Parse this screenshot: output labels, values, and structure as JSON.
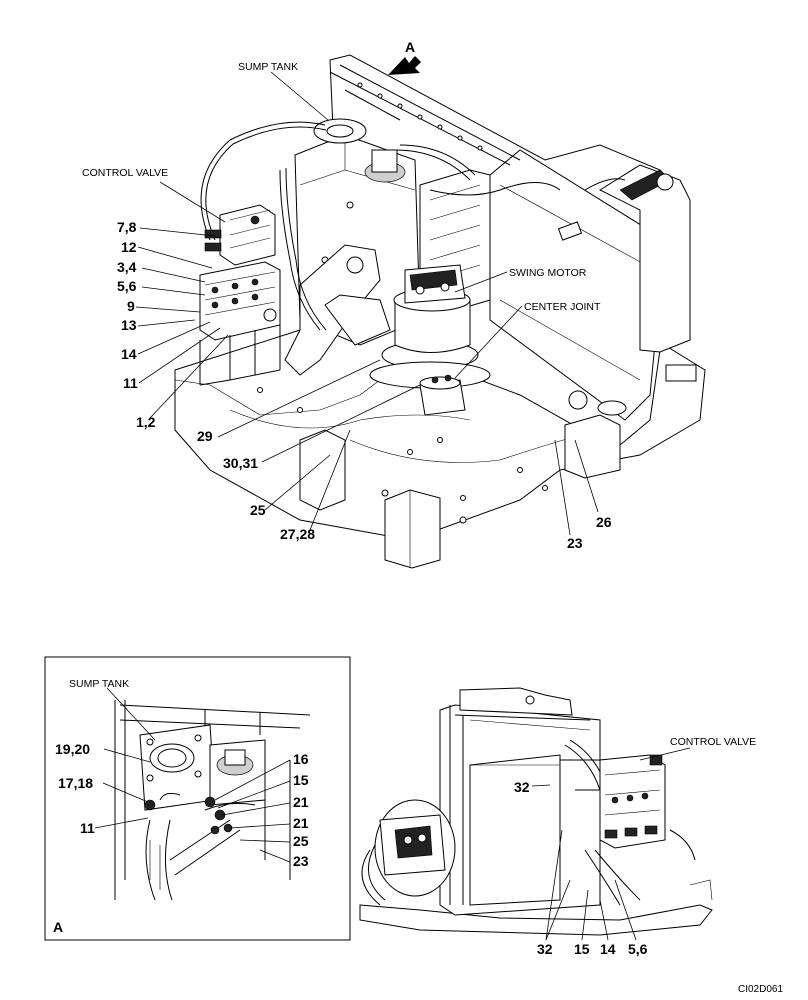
{
  "main_view": {
    "arrow_label": "A",
    "labels": {
      "sump_tank": "SUMP TANK",
      "control_valve": "CONTROL VALVE",
      "swing_motor": "SWING MOTOR",
      "center_joint": "CENTER JOINT"
    },
    "callouts": {
      "c78": "7,8",
      "c12": "12",
      "c34": "3,4",
      "c56": "5,6",
      "c9": "9",
      "c13": "13",
      "c14": "14",
      "c11": "11",
      "c12b": "1,2",
      "c29": "29",
      "c3031": "30,31",
      "c25": "25",
      "c2728": "27,28",
      "c23": "23",
      "c26": "26"
    }
  },
  "detail_a": {
    "view_label": "A",
    "labels": {
      "sump_tank": "SUMP TANK"
    },
    "callouts": {
      "c1920": "19,20",
      "c1718": "17,18",
      "c11": "11",
      "c16": "16",
      "c15": "15",
      "c21a": "21",
      "c21b": "21",
      "c25": "25",
      "c23": "23"
    }
  },
  "side_view": {
    "labels": {
      "control_valve": "CONTROL VALVE"
    },
    "callouts": {
      "c32a": "32",
      "c32b": "32",
      "c15": "15",
      "c14": "14",
      "c56": "5,6"
    }
  },
  "figure_id": "CI02D061"
}
